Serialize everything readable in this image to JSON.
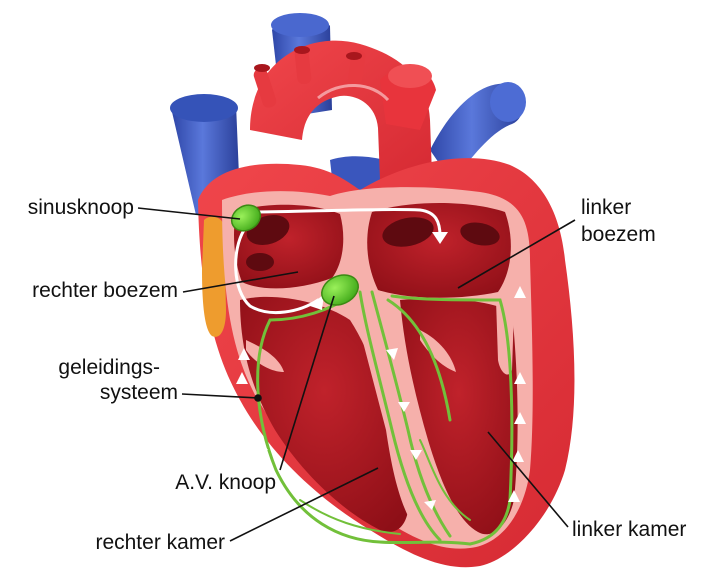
{
  "labels": {
    "sinusknoop": "sinusknoop",
    "rechter_boezem": "rechter boezem",
    "geleidings_line1": "geleidings-",
    "geleidings_line2": "systeem",
    "av_knoop": "A.V. knoop",
    "rechter_kamer": "rechter kamer",
    "linker_boezem_line1": "linker",
    "linker_boezem_line2": "boezem",
    "linker_kamer": "linker kamer"
  },
  "colors": {
    "vein_blue": "#3f5fc4",
    "artery_red": "#e8343c",
    "chamber_dark": "#a3131b",
    "wall_pink": "#f4a7a3",
    "node_green": "#5fd02a",
    "conduction_green": "#77c83a",
    "orange_patch": "#f0a030"
  }
}
